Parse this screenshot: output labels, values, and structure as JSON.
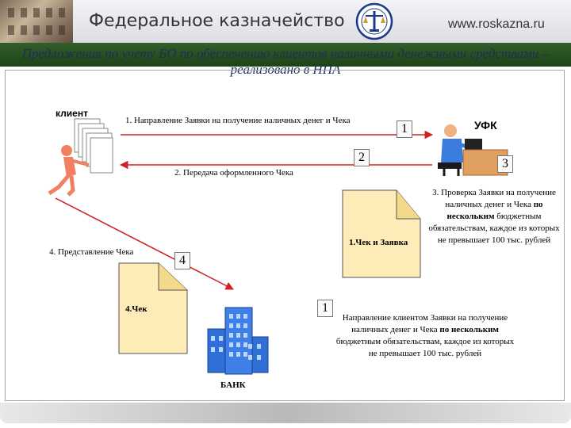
{
  "header": {
    "title": "Федеральное казначейство",
    "url": "www.roskazna.ru"
  },
  "headline": "Предложения по учету БО по обеспечению клиентов наличными денежными средствами – реализовано в НПА",
  "labels": {
    "client": "клиент",
    "ufk": "УФК",
    "bank": "БАНК",
    "step1": "1. Направление Заявки на получение наличных денег и Чека",
    "step2": "2. Передача оформленного Чека",
    "step4": "4. Представление Чека",
    "doc_check_request": "1.Чек и Заявка",
    "doc_check": "4.Чек"
  },
  "badges": {
    "b1": "1",
    "b2": "2",
    "b3": "3",
    "b4": "4",
    "b1_note": "1"
  },
  "note3": {
    "pre": "3. Проверка Заявки на получение наличных денег и Чека ",
    "bold": "по нескольким",
    "post": " бюджетным обязательствам, каждое из которых не превышает 100 тыс. рублей"
  },
  "note1": {
    "pre": "Направление клиентом Заявки на получение наличных денег и Чека ",
    "bold": "по нескольким",
    "post": " бюджетным обязательствам, каждое из которых не превышает 100 тыс. рублей"
  },
  "colors": {
    "band": "#2a5424",
    "arrow": "#d02020",
    "doc_fill": "#fdebb8",
    "building": "#2f6fd6"
  }
}
